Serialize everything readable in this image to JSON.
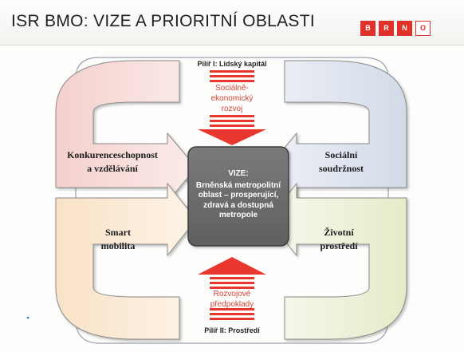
{
  "header": {
    "title": "ISR BMO: VIZE A PRIORITNÍ OBLASTI",
    "logo_letters": [
      "B",
      "R",
      "N",
      "O"
    ]
  },
  "pillars": {
    "top": "Pilíř I: Lidský kapitál",
    "bottom": "Pilíř II: Prostředí"
  },
  "top_arrow_text": [
    "Sociálně-",
    "ekonomický",
    "rozvoj"
  ],
  "bottom_arrow_text": [
    "Rozvojové",
    "předpoklady"
  ],
  "areas": {
    "top_left": [
      "Konkurenceschopnost",
      "a vzdělávání"
    ],
    "top_right": [
      "Sociální",
      "soudržnost"
    ],
    "bottom_left": [
      "Smart",
      "mobilita"
    ],
    "bottom_right": [
      "Životní",
      "prostředí"
    ]
  },
  "vision": {
    "title": "VIZE:",
    "lines": [
      "Brněnská metropolitní",
      "oblast – prosperující,",
      "zdravá a dostupná",
      "metropole"
    ]
  },
  "colors": {
    "brand_red": "#e0312a",
    "top_left_fill": "#f6d9d6",
    "top_right_fill": "#dde3ee",
    "bottom_left_fill": "#fbecd9",
    "bottom_right_fill": "#eef2dc",
    "vision_fill": "#6d6d6d",
    "arrow_red": "#e8372e"
  }
}
